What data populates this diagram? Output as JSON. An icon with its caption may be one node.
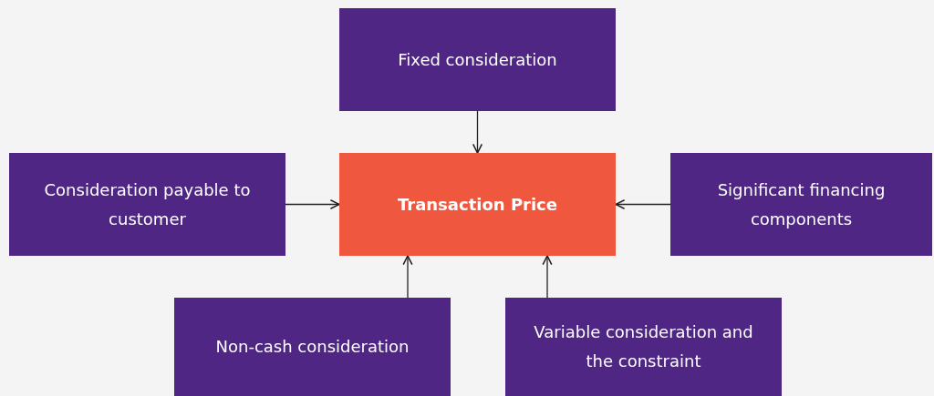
{
  "diagram": {
    "nodes": [
      {
        "text": [
          "Fixed consideration"
        ]
      },
      {
        "text": [
          "Consideration payable to customer"
        ]
      },
      {
        "text": [
          "Transaction Price"
        ]
      },
      {
        "text": [
          "Significant financing components"
        ]
      },
      {
        "text": [
          "Non-cash consideration"
        ]
      },
      {
        "text": [
          "Variable consideration and the constraint"
        ]
      }
    ],
    "edges": [
      {
        "from": 0,
        "to": 2,
        "arrow": "to"
      },
      {
        "from": 1,
        "to": 2,
        "arrow": "to"
      },
      {
        "from": 3,
        "to": 2,
        "arrow": "to"
      },
      {
        "from": 4,
        "to": 2,
        "arrow": "to"
      },
      {
        "from": 5,
        "to": 2,
        "arrow": "to"
      }
    ]
  }
}
